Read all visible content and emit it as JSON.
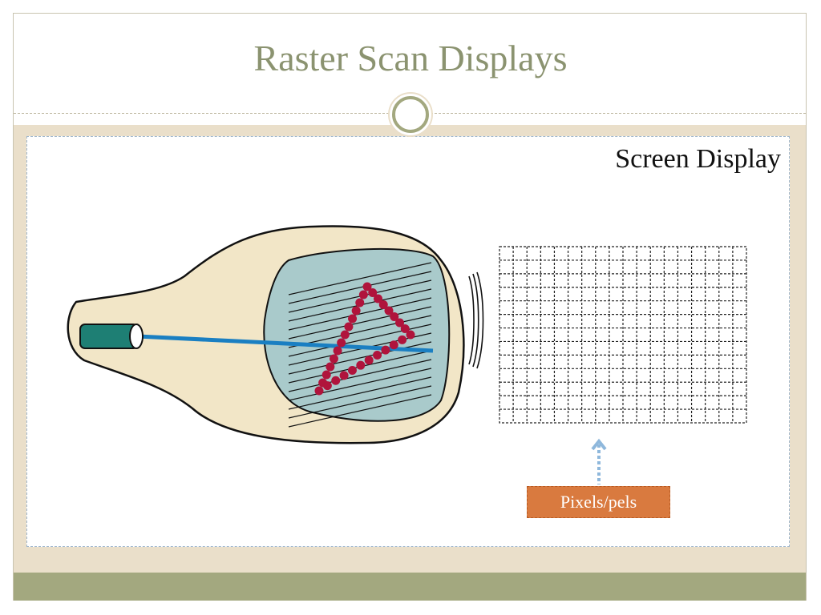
{
  "slide": {
    "title": "Raster Scan Displays"
  },
  "diagram": {
    "screen_label": "Screen Display",
    "pixels_label": "Pixels/pels",
    "grid": {
      "columns": 18,
      "rows": 13
    }
  },
  "colors": {
    "title": "#8b9370",
    "band": "#eadfca",
    "footer": "#a3a87f",
    "tube_body": "#f2e6c7",
    "tube_screen": "#a9cacb",
    "electron_gun": "#1e7f74",
    "beam": "#1a7fc2",
    "dots": "#b0143c",
    "label_box": "#d97a3f",
    "arrow": "#8fb8dc"
  }
}
